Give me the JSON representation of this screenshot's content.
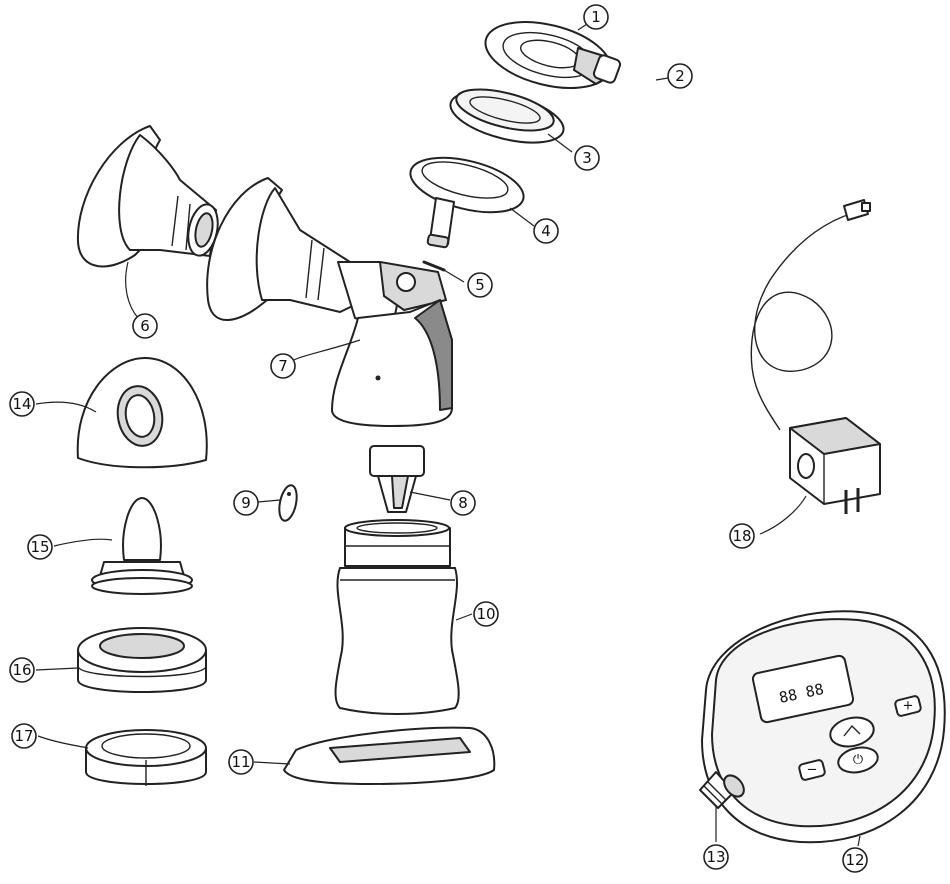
{
  "callouts": [
    {
      "id": "1",
      "label": "1"
    },
    {
      "id": "2",
      "label": "2"
    },
    {
      "id": "3",
      "label": "3"
    },
    {
      "id": "4",
      "label": "4"
    },
    {
      "id": "5",
      "label": "5"
    },
    {
      "id": "6",
      "label": "6"
    },
    {
      "id": "7",
      "label": "7"
    },
    {
      "id": "8",
      "label": "8"
    },
    {
      "id": "9",
      "label": "9"
    },
    {
      "id": "10",
      "label": "10"
    },
    {
      "id": "11",
      "label": "11"
    },
    {
      "id": "12",
      "label": "12"
    },
    {
      "id": "13",
      "label": "13"
    },
    {
      "id": "14",
      "label": "14"
    },
    {
      "id": "15",
      "label": "15"
    },
    {
      "id": "16",
      "label": "16"
    },
    {
      "id": "17",
      "label": "17"
    },
    {
      "id": "18",
      "label": "18"
    }
  ],
  "controller": {
    "display_digits": "88 88",
    "minus_label": "−",
    "plus_label": "+",
    "power_label": "⏻"
  },
  "icons": {
    "mode_button": "mode-icon",
    "power_button": "power-icon"
  },
  "colors": {
    "line": "#222222",
    "background": "#ffffff"
  }
}
